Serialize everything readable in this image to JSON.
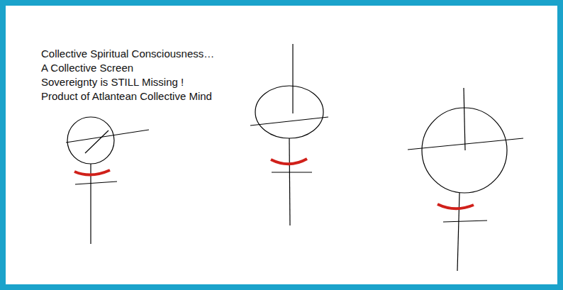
{
  "diagram": {
    "labels": [
      "Collective Spiritual Consciousness…",
      "A Collective Screen",
      "Sovereignty is STILL Missing !",
      "Product of Atlantean Collective Mind"
    ]
  }
}
